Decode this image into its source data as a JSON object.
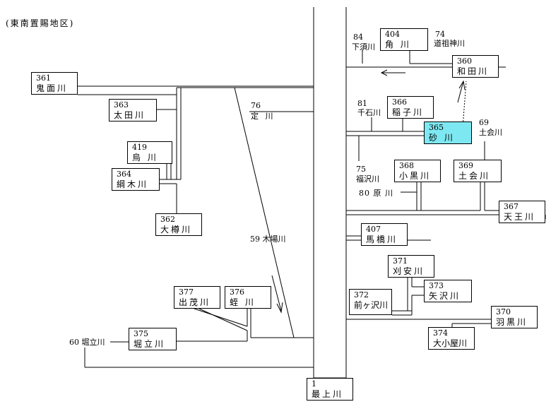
{
  "region_title": "(東南置賜地区)",
  "nodes": {
    "n361": {
      "num": "361",
      "name": "鬼面川"
    },
    "n363": {
      "num": "363",
      "name": "太田川"
    },
    "n419": {
      "num": "419",
      "name": "烏 川"
    },
    "n364": {
      "num": "364",
      "name": "綱木川"
    },
    "n362": {
      "num": "362",
      "name": "大樽川"
    },
    "n377": {
      "num": "377",
      "name": "出茂川"
    },
    "n376": {
      "num": "376",
      "name": "蛭 川"
    },
    "n375": {
      "num": "375",
      "name": "堀立川"
    },
    "n1": {
      "num": "1",
      "name": "最上川"
    },
    "n404": {
      "num": "404",
      "name": "角 川"
    },
    "n360": {
      "num": "360",
      "name": "和田川"
    },
    "n366": {
      "num": "366",
      "name": "稲子川"
    },
    "n365": {
      "num": "365",
      "name": "砂 川"
    },
    "n368": {
      "num": "368",
      "name": "小黒川"
    },
    "n369": {
      "num": "369",
      "name": "土会川"
    },
    "n367": {
      "num": "367",
      "name": "天王川"
    },
    "n407": {
      "num": "407",
      "name": "馬橋川"
    },
    "n371": {
      "num": "371",
      "name": "刈安川"
    },
    "n373": {
      "num": "373",
      "name": "矢沢川"
    },
    "n372": {
      "num": "372",
      "name": "前ヶ沢川"
    },
    "n370": {
      "num": "370",
      "name": "羽黒川"
    },
    "n374": {
      "num": "374",
      "name": "大小屋川"
    }
  },
  "labels": {
    "l76_num": "76",
    "l76_name": "定 川",
    "l59": "59 木場川",
    "l60": "60 堀立川",
    "l84_num": "84",
    "l84_name": "下須川",
    "l74_num": "74",
    "l74_name": "道祖神川",
    "l81_num": "81",
    "l81_name": "千石川",
    "l69_num": "69",
    "l69_name": "土会川",
    "l75_num": "75",
    "l75_name": "福沢川",
    "l80": "80 原 川"
  },
  "colors": {
    "highlight": "#7ee8f2",
    "line": "#000000"
  }
}
